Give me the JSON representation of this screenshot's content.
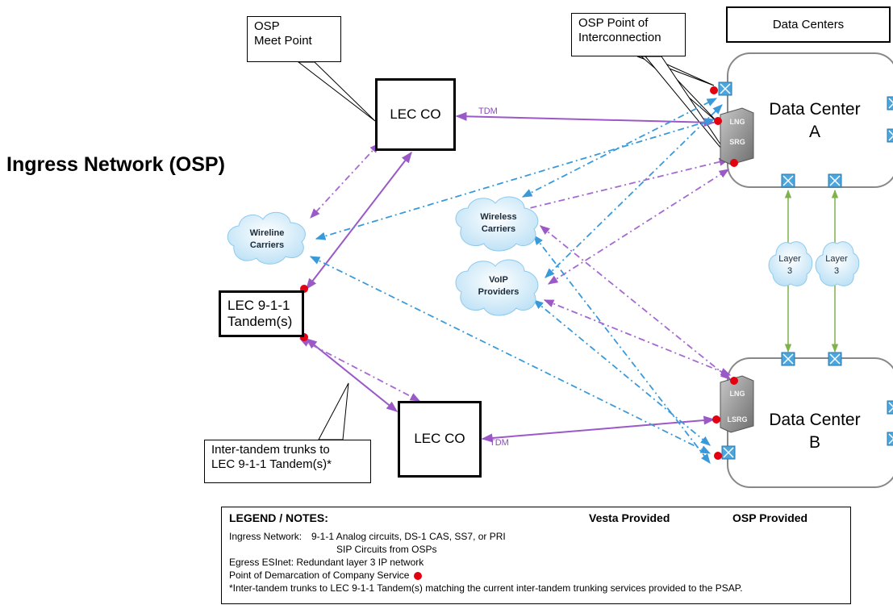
{
  "heading": "Ingress Network (OSP)",
  "callouts": {
    "meet_point_line1": "OSP",
    "meet_point_line2": "Meet Point",
    "interconnection_line1": "OSP Point of",
    "interconnection_line2": "Interconnection",
    "data_centers": "Data Centers",
    "inter_tandem_line1": "Inter-tandem trunks to",
    "inter_tandem_line2": "LEC 9-1-1 Tandem(s)*"
  },
  "nodes": {
    "lec_co_top": "LEC CO",
    "lec_co_bottom": "LEC CO",
    "tandem_line1": "LEC 9-1-1",
    "tandem_line2": "Tandem(s)"
  },
  "clouds": {
    "wireline_line1": "Wireline",
    "wireline_line2": "Carriers",
    "wireless_line1": "Wireless",
    "wireless_line2": "Carriers",
    "voip_line1": "VoIP",
    "voip_line2": "Providers",
    "layer3_a_line1": "Layer",
    "layer3_a_line2": "3",
    "layer3_b_line1": "Layer",
    "layer3_b_line2": "3"
  },
  "data_centers": {
    "a_line1": "Data Center",
    "a_line2": "A",
    "b_line1": "Data Center",
    "b_line2": "B"
  },
  "stack_labels": {
    "a_1": "LNG",
    "a_2": "SRG",
    "b_1": "LNG",
    "b_2": "LSRG"
  },
  "link_labels": {
    "tdm_top": "TDM",
    "tdm_bottom": "TDM"
  },
  "legend": {
    "title": "LEGEND / NOTES:",
    "vesta_header": "Vesta Provided",
    "osp_header": "OSP Provided",
    "ingress_label": "Ingress Network:",
    "ingress_text_1": "9-1-1 Analog circuits, DS-1 CAS, SS7, or PRI",
    "ingress_text_2": "SIP Circuits from OSPs",
    "egress": "Egress ESInet: Redundant layer 3 IP network",
    "demarcation": "Point of Demarcation of Company Service",
    "footnote": "*Inter-tandem trunks to LEC 9-1-1 Tandem(s) matching the current inter-tandem trunking services provided to the PSAP."
  },
  "colors": {
    "vesta_purple": "#9b59c8",
    "osp_purple": "#a46ad0",
    "blue": "#3a9ad9",
    "green": "#7fb24a",
    "demarcation_red": "#e3000f",
    "switch_blue": "#4aa6dc",
    "dc_border": "#888888"
  }
}
